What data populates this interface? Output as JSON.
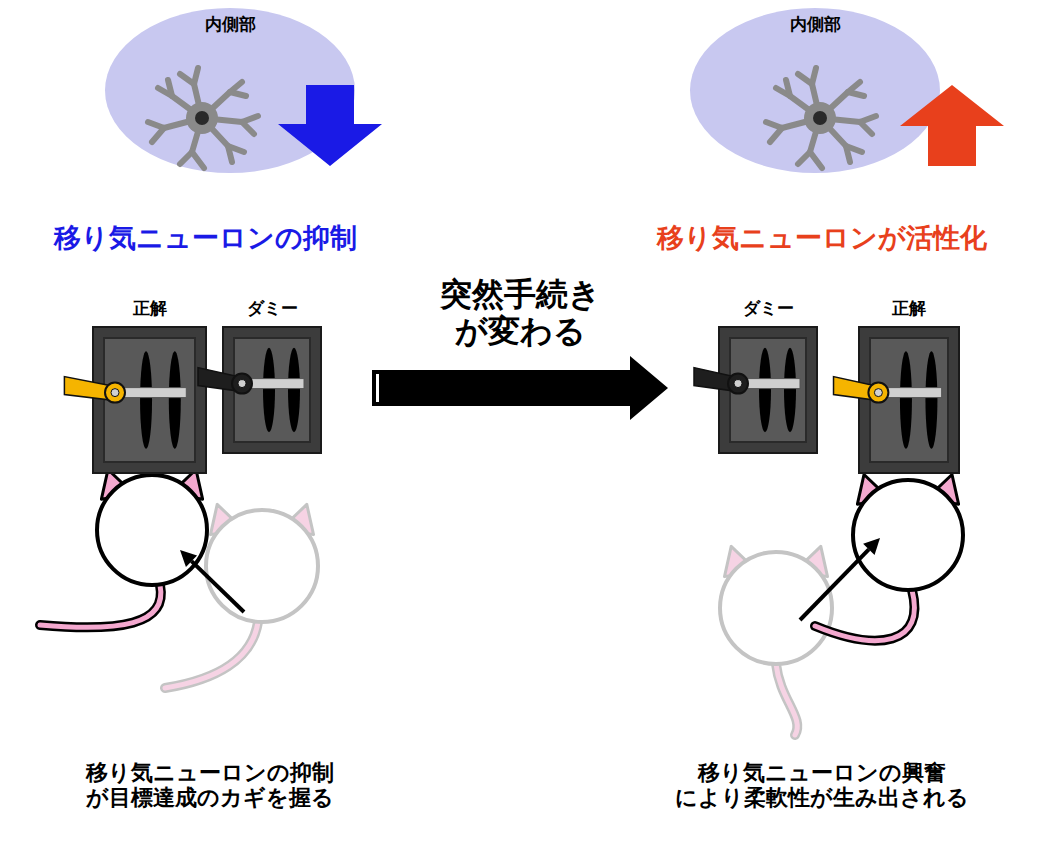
{
  "diagram": {
    "nodes": [
      {
        "text": [
          "内側部"
        ]
      },
      {
        "text": [
          "内側部"
        ]
      },
      {
        "text": [
          "正解"
        ]
      },
      {
        "text": [
          "ダミー"
        ]
      },
      {
        "text": [
          "ダミー"
        ]
      },
      {
        "text": [
          "正解"
        ]
      }
    ],
    "labels": [
      "移り気ニューロンの抑制",
      "移り気ニューロンが活性化",
      "突然手続き が変わる",
      "移り気ニューロンの抑制 が目標達成のカギを握る",
      "移り気ニューロンの興奮 により柔軟性が生み出される"
    ]
  }
}
